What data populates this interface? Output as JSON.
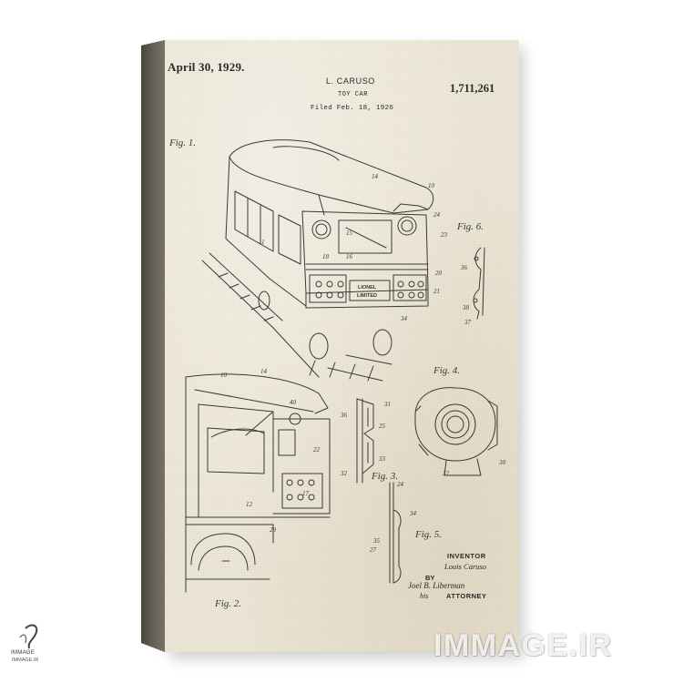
{
  "patent": {
    "date": "April 30, 1929.",
    "inventor_header": "L. CARUSO",
    "title": "TOY CAR",
    "filed": "Filed Feb. 18, 1926",
    "number": "1,711,261"
  },
  "figures": {
    "fig1": "Fig. 1.",
    "fig2": "Fig. 2.",
    "fig3": "Fig. 3.",
    "fig4": "Fig. 4.",
    "fig5": "Fig. 5.",
    "fig6": "Fig. 6."
  },
  "plate_text": {
    "lionel": "LIONEL",
    "limited": "LIMITED"
  },
  "signature_block": {
    "inventor_label": "INVENTOR",
    "inventor_name": "Louis Caruso",
    "by": "BY",
    "attorney_signature": "Joel B. Liberman",
    "his": "his",
    "attorney_label": "ATTORNEY"
  },
  "branding": {
    "watermark": "IMMAGE.IR",
    "logo_line1": "IMMAGE",
    "logo_line2": "IMMAGE.IR"
  },
  "colors": {
    "canvas": "#ece6d6",
    "ink": "#3c3934",
    "frame_side": "#5f5a50"
  }
}
